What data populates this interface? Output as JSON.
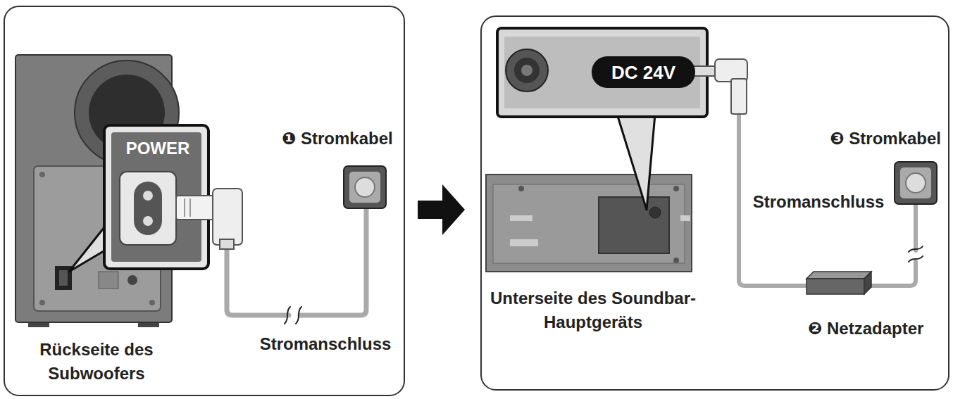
{
  "diagram": {
    "nodes": [
      {
        "text": [
          "❶ Stromkabel",
          "Stromanschluss",
          "Rückseite des Subwoofers"
        ]
      },
      {
        "text": [
          "POWER"
        ],
        "in": 0
      },
      {
        "text": [
          "❸ Stromkabel",
          "Stromanschluss",
          "Unterseite des Soundbar-Hauptgeräts",
          "❷ Netzadapter"
        ]
      },
      {
        "text": [
          "DC 24V"
        ],
        "in": 2
      }
    ],
    "edges": [
      {
        "from": 0,
        "to": 2,
        "arrow": "to"
      }
    ]
  }
}
